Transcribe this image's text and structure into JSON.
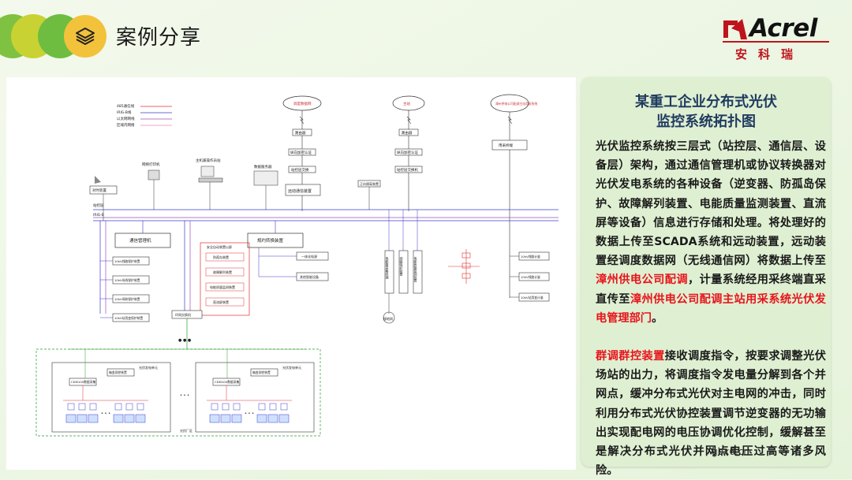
{
  "header": {
    "title": "案例分享",
    "icon": "layers-icon"
  },
  "logo": {
    "brand": "Acrel",
    "sub": "安科瑞",
    "color": "#c0141c"
  },
  "diagram": {
    "legend": [
      "485通信线",
      "IRIG-B线",
      "以太网网线",
      "区域内网络"
    ],
    "nodes": {
      "dispatch_net": "调度数据网",
      "station": "主站",
      "utility": "漳州供电公司配调主站用采系统",
      "router1": "路由器",
      "encrypt1": "纵向加密认证",
      "switch1": "站控层交换",
      "remote": "远动通信装置",
      "router2": "路由器",
      "encrypt2": "纵向加密认证",
      "switch2": "站控层交换机",
      "meter": "用采终端",
      "gps": "对时装置",
      "printer": "网络打印机",
      "workstation": "主机兼操作员站",
      "server": "数据服务器",
      "ups": "正向隔离装置",
      "comm_mgr": "通信管理机",
      "proto_conv": "规约转换装置",
      "bus_label": "站控层",
      "irig_label": "IRIG-B",
      "prot1": "10kV线路保护装置",
      "prot2": "10kV母线保护装置",
      "prot3": "10kV母联保护装置",
      "prot4": "10kV站用变保护装置",
      "sec_auto": "安全自动装置以屏",
      "anti_island": "防孤岛装置",
      "fault": "故障解列装置",
      "power_q": "电能质量监测装置",
      "dc_scr": "直流屏装置",
      "relay_d": "一体化电源",
      "other_d": "其他智能设备",
      "ring": "环网交换机",
      "meter_box1": "10kV线路计量",
      "meter_box2": "10kV线路计量",
      "meter_box3": "10kV站用变计量",
      "inv_panel1": "光伏发电单元",
      "inv_panel2": "光伏发电单元",
      "logger1": "CDM100数据采集",
      "logger2": "CDM100数据采集",
      "combiner1": "箱变测控装置",
      "combiner2": "箱变测控装置",
      "field": "光伏厂区",
      "ellipsis": "● ● ●",
      "dot_dots": "• • •",
      "v1": "电能量采集终端",
      "v2": "线路保护装置",
      "v3": "电能质量监测装置",
      "earth": "接地网"
    }
  },
  "panel": {
    "title_line1": "某重工企业分布式光伏",
    "title_line2": "监控系统拓扑图",
    "p1_a": "光伏监控系统按三层式（站控层、通信层、设备层）架构，通过通信管理机或协议转换器对光伏发电系统的各种设备（逆变器、防孤岛保护、故障解列装置、电能质量监测装置、直流屏等设备）信息进行存储和处理。将处理好的数据上传至SCADA系统和远动装置，远动装置经调度数据网（无线通信网）将数据上传至",
    "p1_h1": "漳州供电公司配调",
    "p1_b": "，计量系统经用采终端直采直传至",
    "p1_h2": "漳州供电公司配调主站用采系统光伏发电管理部门",
    "p1_c": "。",
    "p2_h": "群调群控装置",
    "p2_a": "接收调度指令，按要求调整光伏场站的出力，将调度指令发电量分解到各个并网点，缓冲分布式光伏对主电网的冲击，同时利用分布式光伏协控装置调节逆变器的无功输出实现配电网的电压协调优化控制，缓解甚至是解决分布式光伏并网点电压过高等诸多风险。"
  },
  "watermark": "gbx6.cn",
  "colors": {
    "bg": "#eef7e6",
    "panel": "#dff0d2",
    "title": "#1f3a5f",
    "highlight": "#e8141c",
    "line_blue": "#3b3bcc",
    "line_red": "#e03030",
    "line_green": "#2a9d2a",
    "line_purple": "#9b4fc0"
  }
}
